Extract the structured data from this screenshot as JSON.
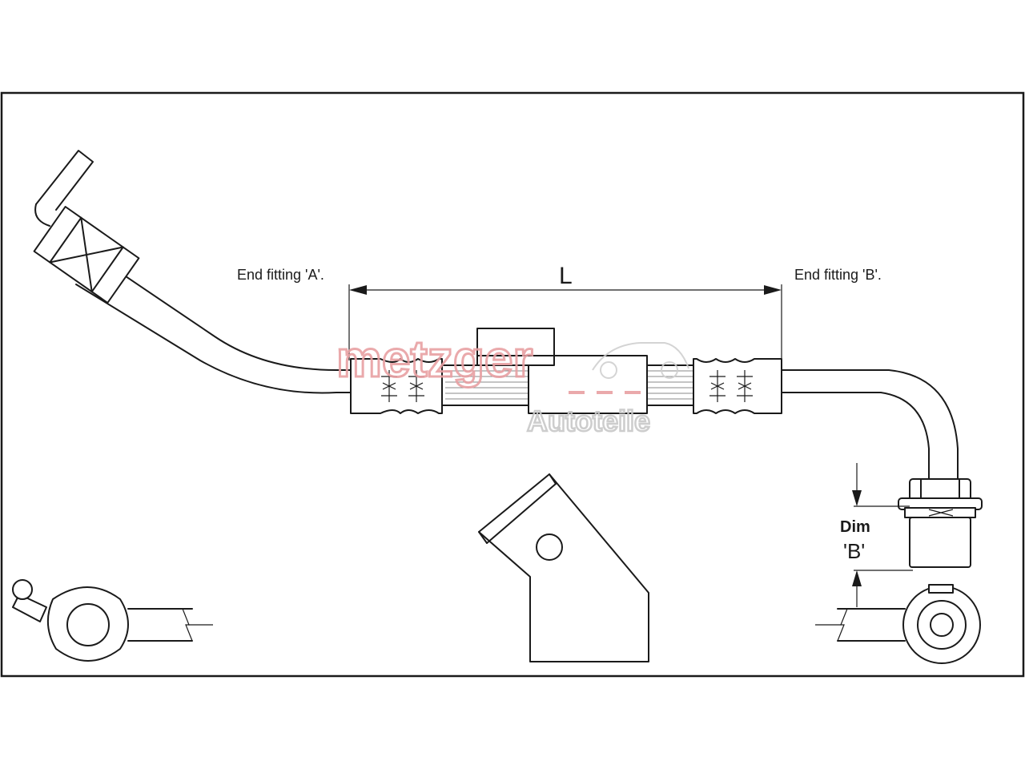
{
  "labels": {
    "end_fitting_a": "End fitting 'A'.",
    "end_fitting_b": "End fitting 'B'.",
    "length": "L",
    "dim_line1": "Dim",
    "dim_line2": "'B'"
  },
  "watermark": {
    "brand": "metzger",
    "sub": "Autoteile",
    "colors": {
      "brand": "#e8a0a3",
      "sub": "#c8c8c8"
    }
  },
  "colors": {
    "line": "#1a1a1a",
    "background": "#ffffff"
  }
}
